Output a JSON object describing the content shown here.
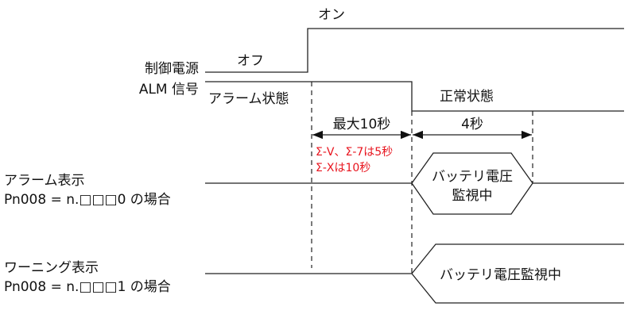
{
  "signals": {
    "power": {
      "label": "制御電源",
      "off": "オフ",
      "on": "オン"
    },
    "alm": {
      "label": "ALM 信号",
      "alarm_state": "アラーム状態",
      "normal_state": "正常状態"
    }
  },
  "timing": {
    "max_label": "最大10秒",
    "note_line1": "Σ-V、Σ-7は5秒",
    "note_line2": "Σ-Xは10秒",
    "monitor_label": "4秒",
    "note_color": "#e8141e"
  },
  "alarm_display": {
    "label_line1": "アラーム表示",
    "label_line2": "Pn008 = n.□□□0 の場合",
    "box_line1": "バッテリ電圧",
    "box_line2": "監視中"
  },
  "warning_display": {
    "label_line1": "ワーニング表示",
    "label_line2": "Pn008 = n.□□□1 の場合",
    "box_text": "バッテリ電圧監視中"
  }
}
